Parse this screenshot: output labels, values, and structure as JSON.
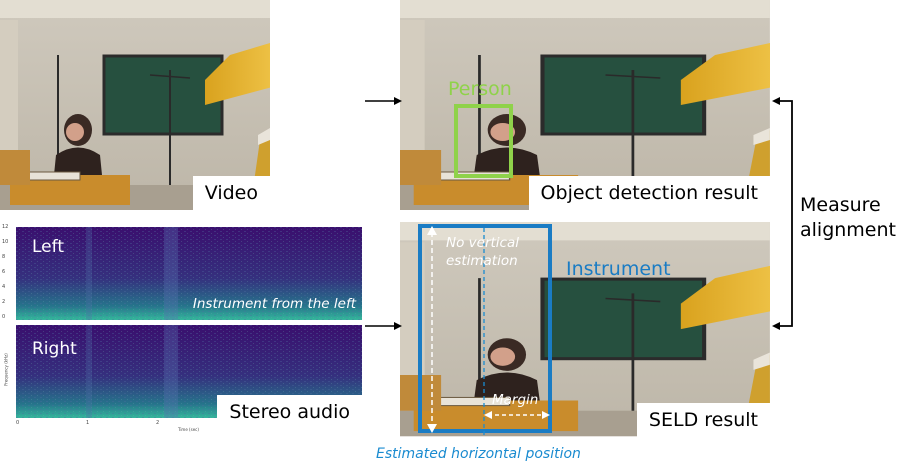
{
  "panels": {
    "video": {
      "caption": "Video"
    },
    "object_detection": {
      "caption": "Object detection result",
      "box_label": "Person"
    },
    "stereo_audio": {
      "caption": "Stereo audio",
      "left_label": "Left",
      "right_label": "Right",
      "left_note": "Instrument from the left",
      "y_ticks": [
        "12",
        "10",
        "8",
        "6",
        "4",
        "2",
        "0"
      ],
      "x_ticks": [
        "0",
        "1",
        "2"
      ],
      "x_axis_label": "Time (sec)",
      "y_axis_label": "Frequency (kHz)"
    },
    "seld": {
      "caption": "SELD result",
      "box_label": "Instrument",
      "no_vertical_note": "No vertical estimation",
      "margin_label": "Margin"
    }
  },
  "measure_alignment": "Measure alignment",
  "estimated_horizontal_position": "Estimated horizontal position",
  "colors": {
    "person_box": "#8fd24a",
    "instrument_box": "#1a7cc4",
    "estimate_text": "#1a8bd0",
    "spectrogram_low": "#3b0f70",
    "spectrogram_high": "#33b8a0"
  }
}
